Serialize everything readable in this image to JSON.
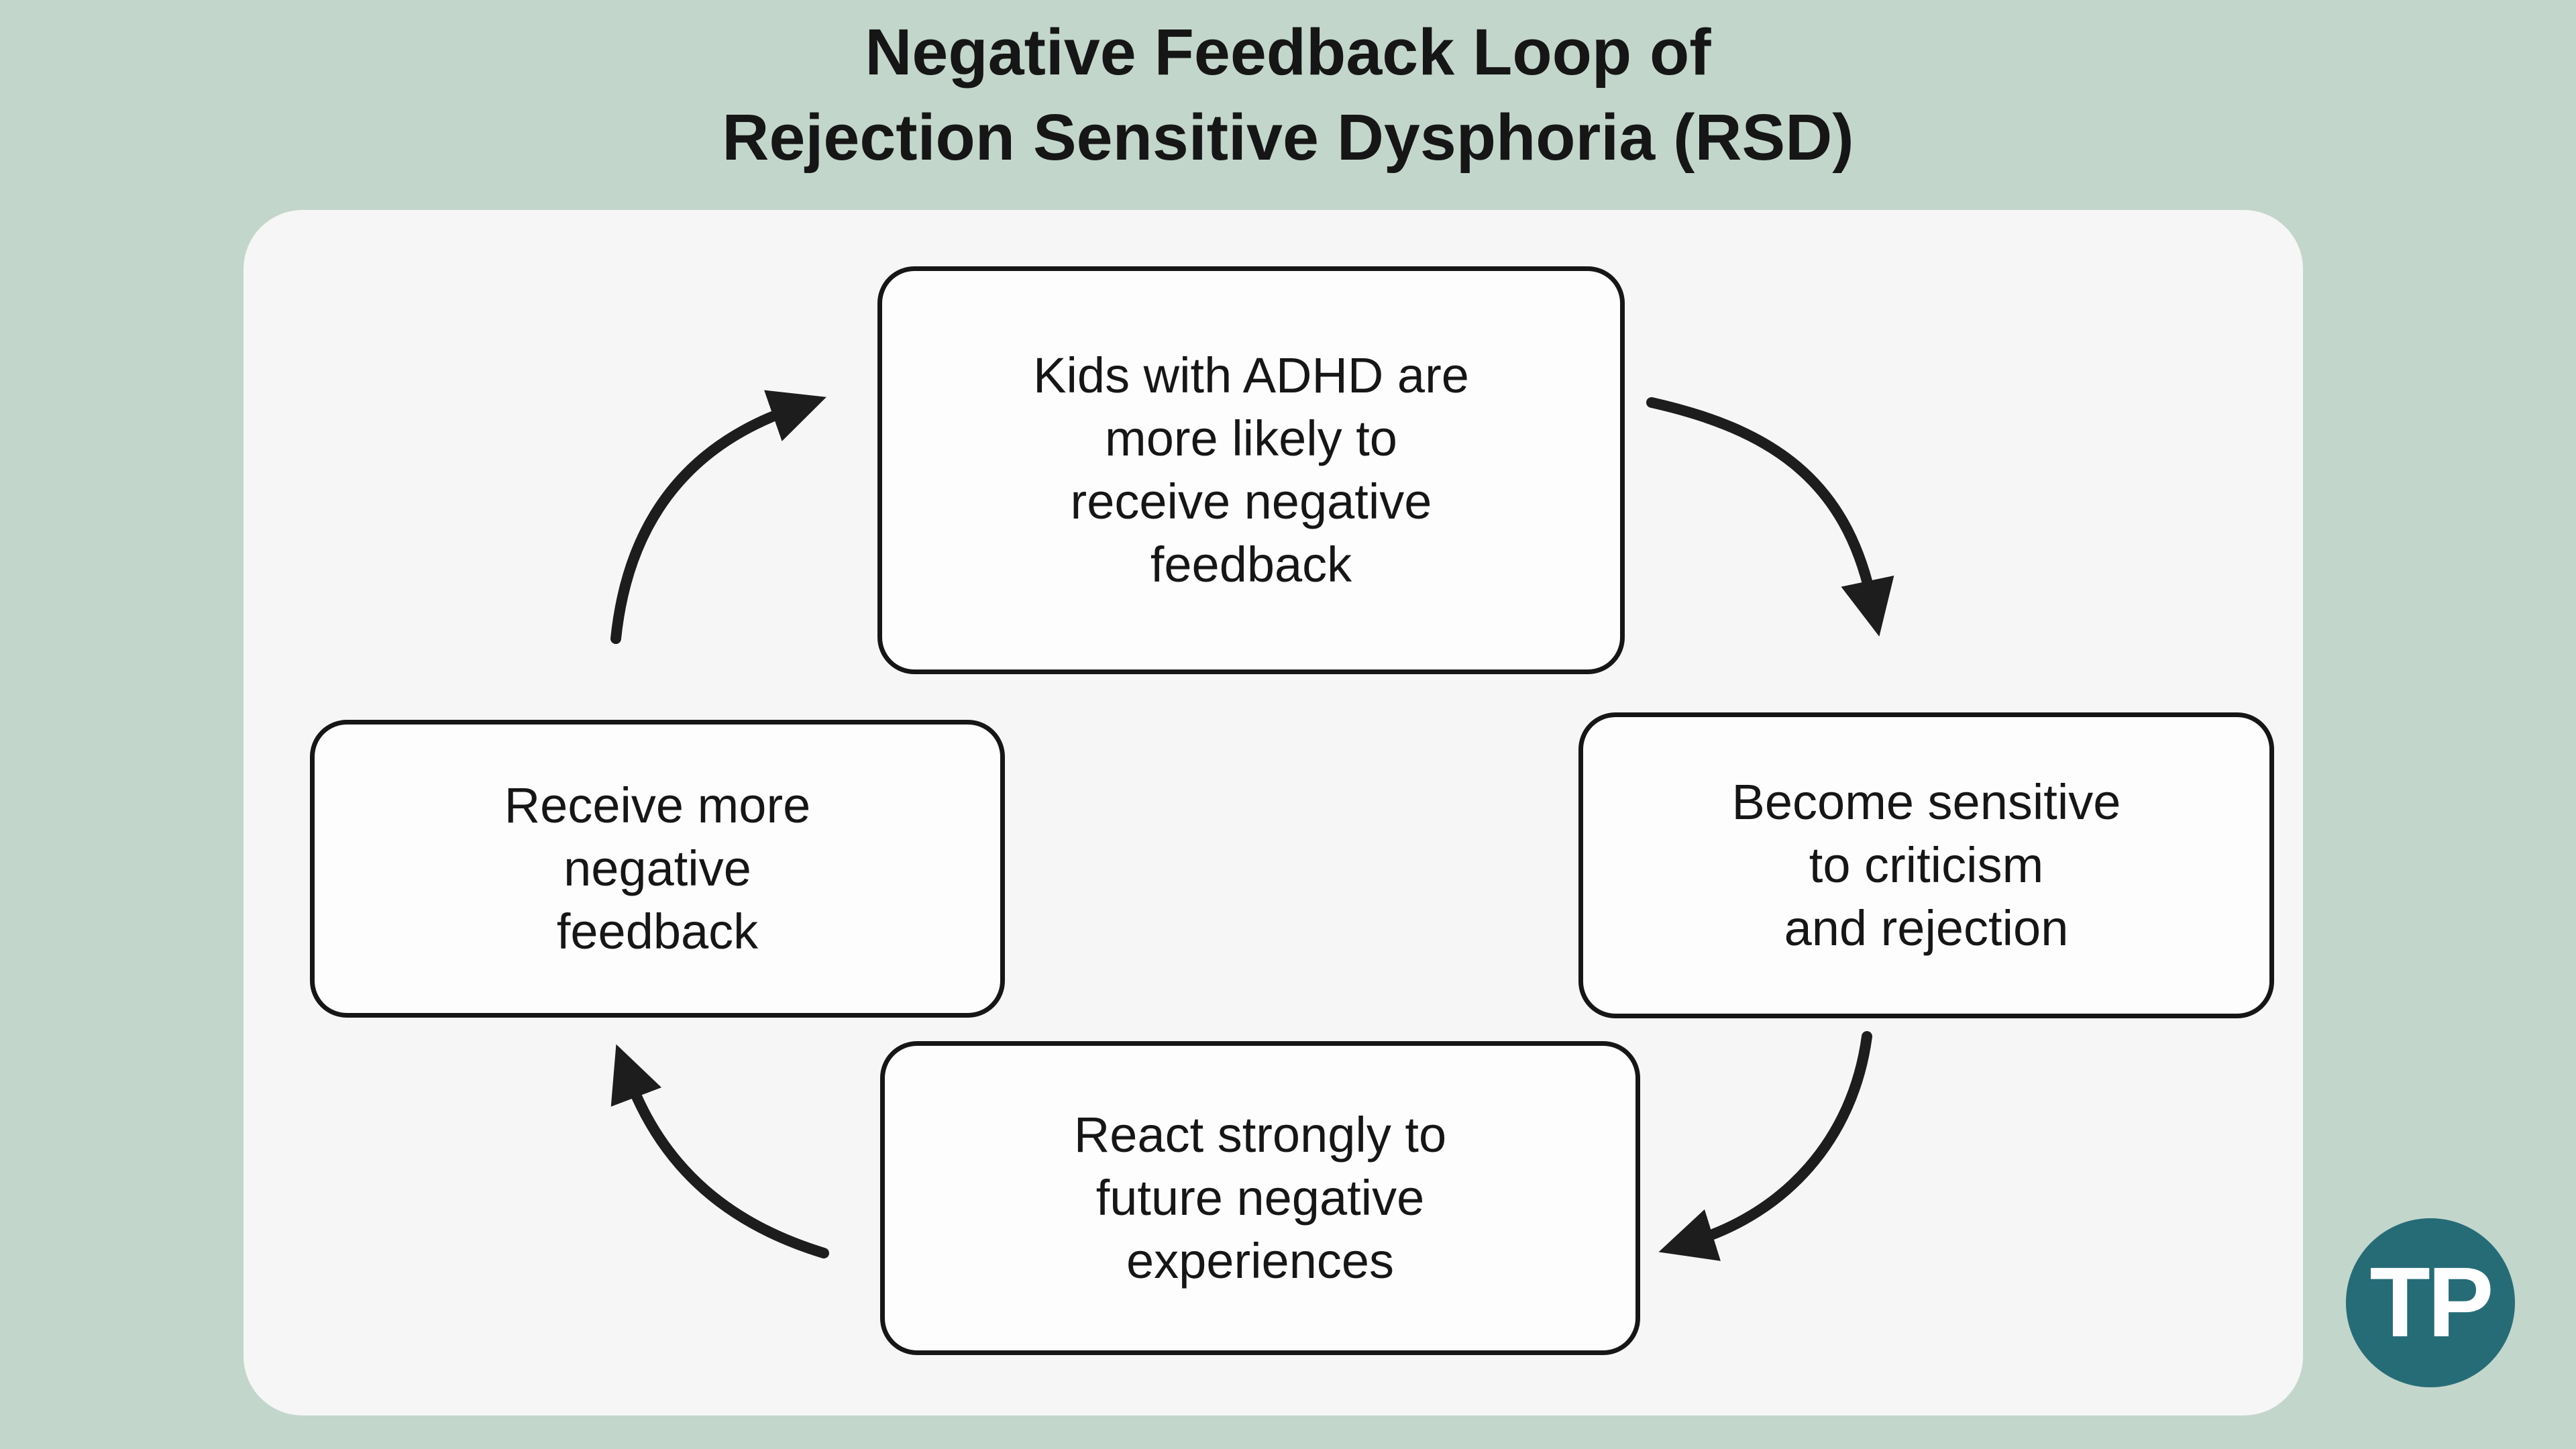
{
  "title": {
    "line1": "Negative Feedback Loop of",
    "line2": "Rejection Sensitive Dysphoria (RSD)"
  },
  "cycle": {
    "top_box": {
      "lines": [
        "Kids with ADHD are",
        "more likely to",
        "receive negative",
        "feedback"
      ]
    },
    "right_box": {
      "lines": [
        "Become sensitive",
        "to criticism",
        "and rejection"
      ]
    },
    "bottom_box": {
      "lines": [
        "React strongly to",
        "future negative",
        "experiences"
      ]
    },
    "left_box": {
      "lines": [
        "Receive more",
        "negative",
        "feedback"
      ]
    }
  },
  "logo": {
    "text": "TP"
  },
  "colors": {
    "background": "#c3d6cc",
    "panel": "#f6f6f6",
    "box_fill": "#fdfdfd",
    "box_border": "#161616",
    "text": "#161616",
    "arrow": "#1d1d1d",
    "logo_bg": "#266c77",
    "logo_text": "#ffffff"
  }
}
